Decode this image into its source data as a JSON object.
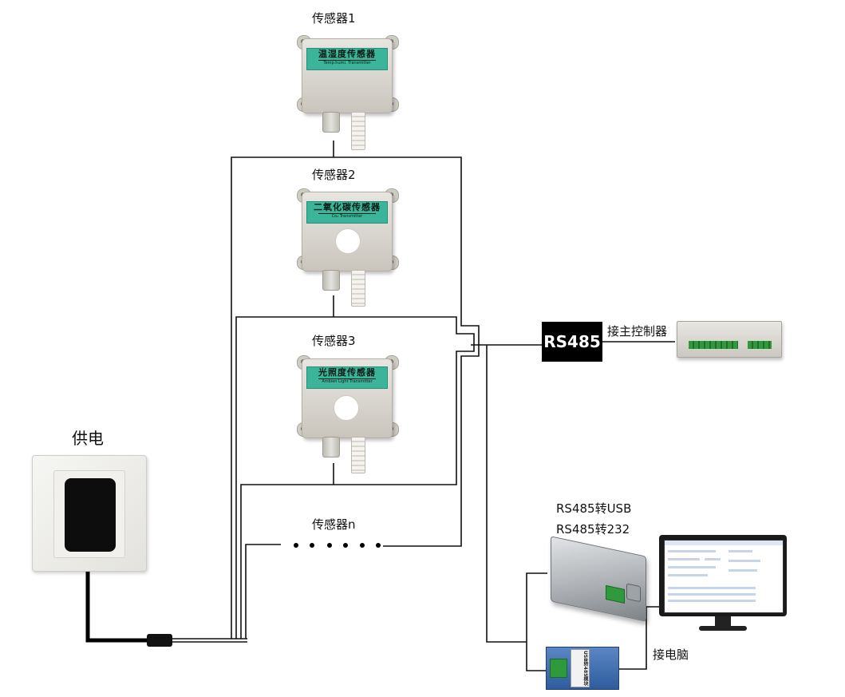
{
  "sensors": [
    {
      "label": "传感器1",
      "plate_cn": "温湿度传感器",
      "plate_en": "Temp.humi. Transmitter",
      "has_window": false
    },
    {
      "label": "传感器2",
      "plate_cn": "二氧化碳传感器",
      "plate_en": "Co₂ Transmitter",
      "has_window": true
    },
    {
      "label": "传感器3",
      "plate_cn": "光照度传感器",
      "plate_en": "Ambien Light Transmitter",
      "has_window": true
    }
  ],
  "sensor_n_label": "传感器n",
  "power_label": "供电",
  "rs485_box": "RS485",
  "controller_label": "接主控制器",
  "converter_line1": "RS485转USB",
  "converter_line2": "RS485转232",
  "pc_label": "接电脑",
  "usb_module_text": "USB转485模块"
}
